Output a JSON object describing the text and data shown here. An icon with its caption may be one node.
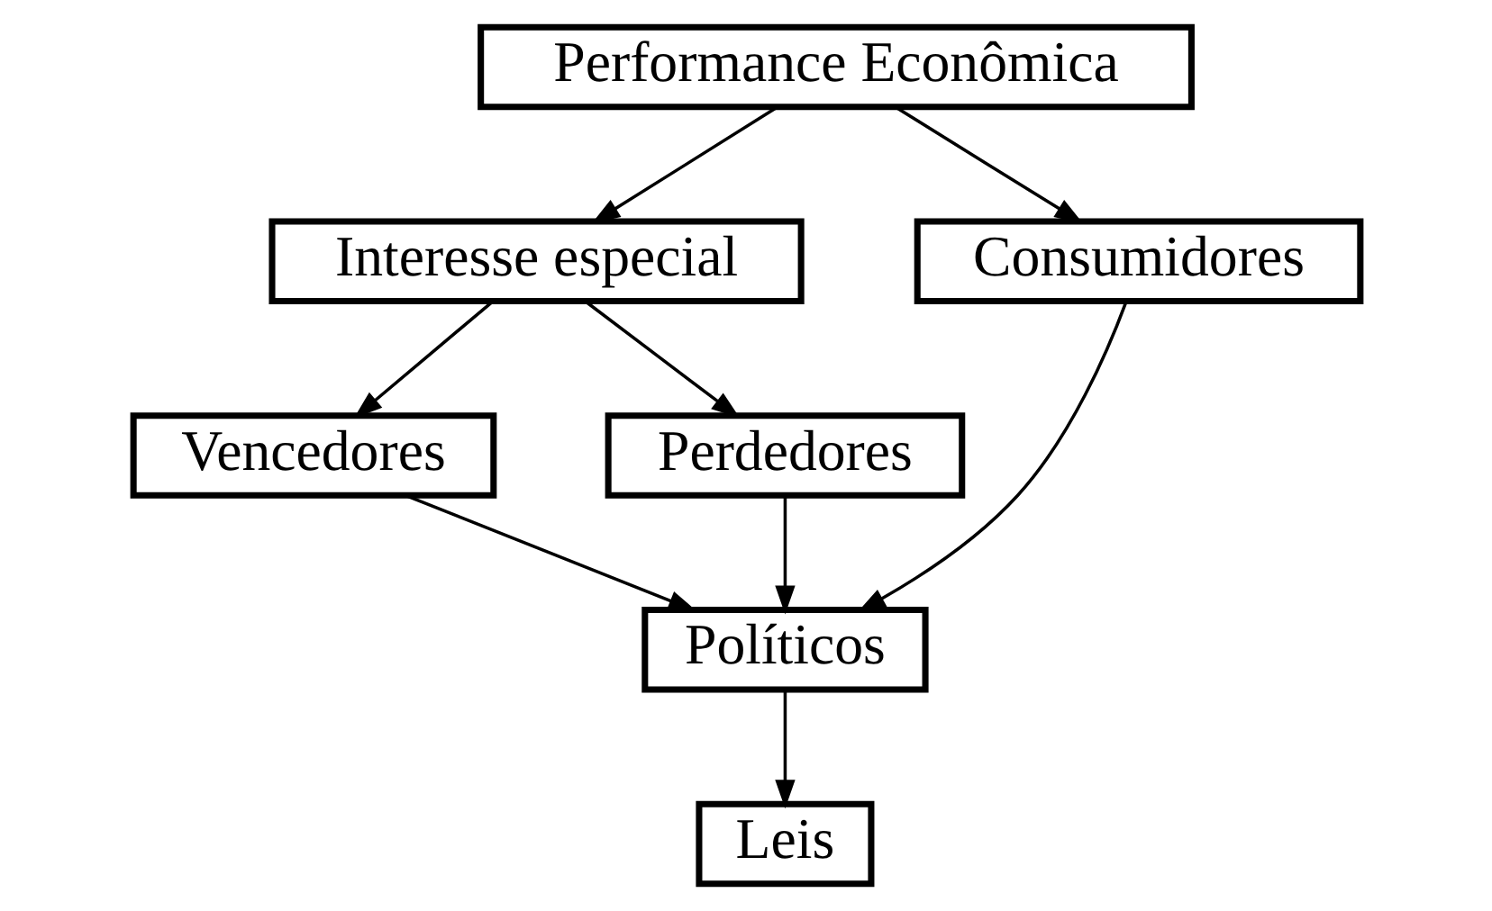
{
  "diagram": {
    "nodes": [
      {
        "text": [
          "Performance Econômica"
        ]
      },
      {
        "text": [
          "Interesse especial"
        ]
      },
      {
        "text": [
          "Consumidores"
        ]
      },
      {
        "text": [
          "Vencedores"
        ]
      },
      {
        "text": [
          "Perdedores"
        ]
      },
      {
        "text": [
          "Políticos"
        ]
      },
      {
        "text": [
          "Leis"
        ]
      }
    ],
    "edges": [
      {
        "from": 0,
        "to": 1,
        "arrow": "to"
      },
      {
        "from": 0,
        "to": 2,
        "arrow": "to"
      },
      {
        "from": 1,
        "to": 3,
        "arrow": "to"
      },
      {
        "from": 1,
        "to": 4,
        "arrow": "to"
      },
      {
        "from": 3,
        "to": 5,
        "arrow": "to"
      },
      {
        "from": 4,
        "to": 5,
        "arrow": "to"
      },
      {
        "from": 2,
        "to": 5,
        "arrow": "to"
      },
      {
        "from": 5,
        "to": 6,
        "arrow": "to"
      }
    ]
  }
}
